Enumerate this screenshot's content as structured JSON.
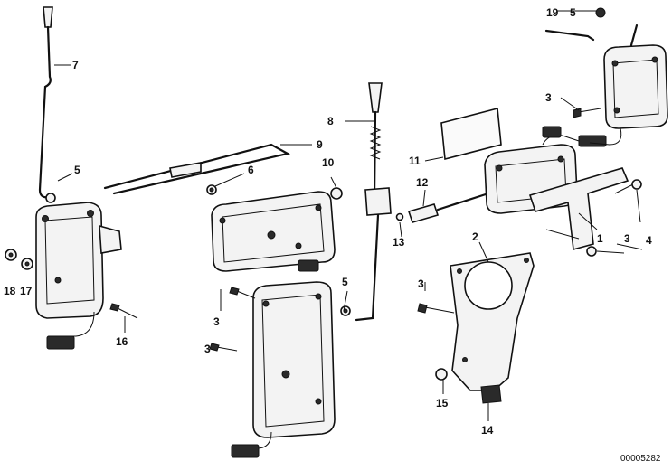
{
  "diagram": {
    "reference_number": "00005282",
    "callouts": [
      {
        "id": "c7",
        "text": "7"
      },
      {
        "id": "c5a",
        "text": "5"
      },
      {
        "id": "c9",
        "text": "9"
      },
      {
        "id": "c6",
        "text": "6"
      },
      {
        "id": "c8",
        "text": "8"
      },
      {
        "id": "c10",
        "text": "10"
      },
      {
        "id": "c11",
        "text": "11"
      },
      {
        "id": "c12",
        "text": "12"
      },
      {
        "id": "c13",
        "text": "13"
      },
      {
        "id": "c2",
        "text": "2"
      },
      {
        "id": "c1",
        "text": "1"
      },
      {
        "id": "c3a",
        "text": "3"
      },
      {
        "id": "c4",
        "text": "4"
      },
      {
        "id": "c3b",
        "text": "3"
      },
      {
        "id": "c19",
        "text": "19"
      },
      {
        "id": "c5b",
        "text": "5"
      },
      {
        "id": "c3c",
        "text": "3"
      },
      {
        "id": "c18",
        "text": "18"
      },
      {
        "id": "c17",
        "text": "17"
      },
      {
        "id": "c16",
        "text": "16"
      },
      {
        "id": "c3d",
        "text": "3"
      },
      {
        "id": "c5c",
        "text": "5"
      },
      {
        "id": "c3e",
        "text": "3"
      },
      {
        "id": "c15",
        "text": "15"
      },
      {
        "id": "c14",
        "text": "14"
      }
    ]
  }
}
